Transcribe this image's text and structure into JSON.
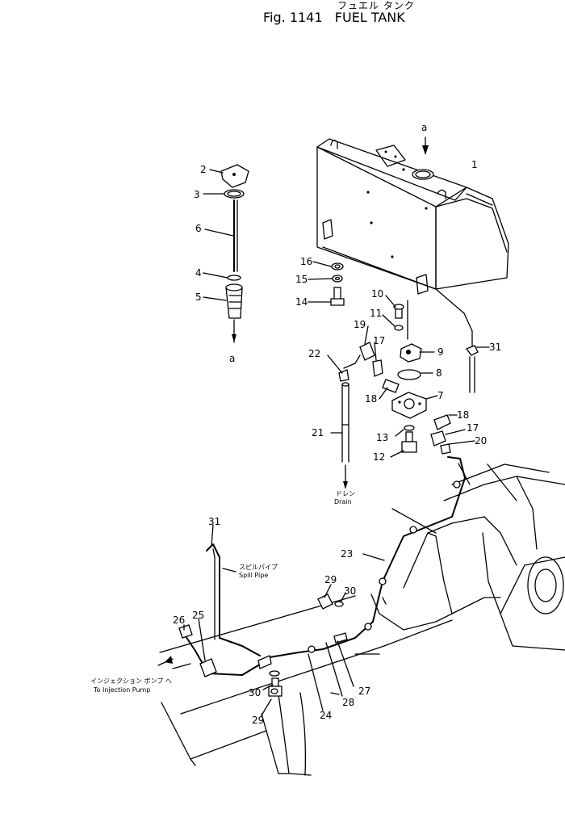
{
  "figure": {
    "title_jp": "フュエル タンク",
    "title": "Fig. 1141   FUEL TANK"
  },
  "callouts": [
    {
      "id": "c1",
      "text": "1"
    },
    {
      "id": "c2",
      "text": "2"
    },
    {
      "id": "c3",
      "text": "3"
    },
    {
      "id": "c6",
      "text": "6"
    },
    {
      "id": "c4",
      "text": "4"
    },
    {
      "id": "c5",
      "text": "5"
    },
    {
      "id": "c16",
      "text": "16"
    },
    {
      "id": "c15",
      "text": "15"
    },
    {
      "id": "c14",
      "text": "14"
    },
    {
      "id": "c10",
      "text": "10"
    },
    {
      "id": "c11",
      "text": "11"
    },
    {
      "id": "c19",
      "text": "19"
    },
    {
      "id": "c17a",
      "text": "17"
    },
    {
      "id": "c9",
      "text": "9"
    },
    {
      "id": "c31a",
      "text": "31"
    },
    {
      "id": "c22",
      "text": "22"
    },
    {
      "id": "c8",
      "text": "8"
    },
    {
      "id": "c18a",
      "text": "18"
    },
    {
      "id": "c7",
      "text": "7"
    },
    {
      "id": "c18b",
      "text": "18"
    },
    {
      "id": "c17b",
      "text": "17"
    },
    {
      "id": "c21",
      "text": "21"
    },
    {
      "id": "c13",
      "text": "13"
    },
    {
      "id": "c20",
      "text": "20"
    },
    {
      "id": "c12",
      "text": "12"
    },
    {
      "id": "c31b",
      "text": "31"
    },
    {
      "id": "c23",
      "text": "23"
    },
    {
      "id": "c29a",
      "text": "29"
    },
    {
      "id": "c30a",
      "text": "30"
    },
    {
      "id": "c26",
      "text": "26"
    },
    {
      "id": "c25",
      "text": "25"
    },
    {
      "id": "c27",
      "text": "27"
    },
    {
      "id": "c28",
      "text": "28"
    },
    {
      "id": "c30b",
      "text": "30"
    },
    {
      "id": "c24",
      "text": "24"
    },
    {
      "id": "c29b",
      "text": "29"
    }
  ],
  "markers": {
    "a_top": "a",
    "a_left": "a"
  },
  "captions": {
    "drain_jp": "ドレン",
    "drain_en": "Drain",
    "spill_jp": "スピルパイプ",
    "spill_en": "Spill Pipe",
    "inj_jp": "インジェクション ポンプ へ",
    "inj_en": "To Injection Pump"
  }
}
